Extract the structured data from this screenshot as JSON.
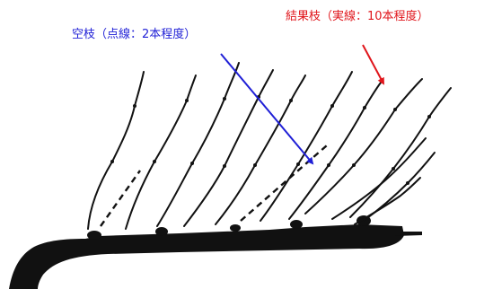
{
  "labels": {
    "empty_branch": "空枝（点線：2本程度）",
    "fruiting_branch": "結果枝（実線：10本程度）"
  },
  "colors": {
    "empty_branch_label": "#1f1fd6",
    "fruiting_branch_label": "#e0151b",
    "ink": "#111111"
  },
  "counts": {
    "dashed_shoots": 2,
    "solid_shoots": 10
  }
}
